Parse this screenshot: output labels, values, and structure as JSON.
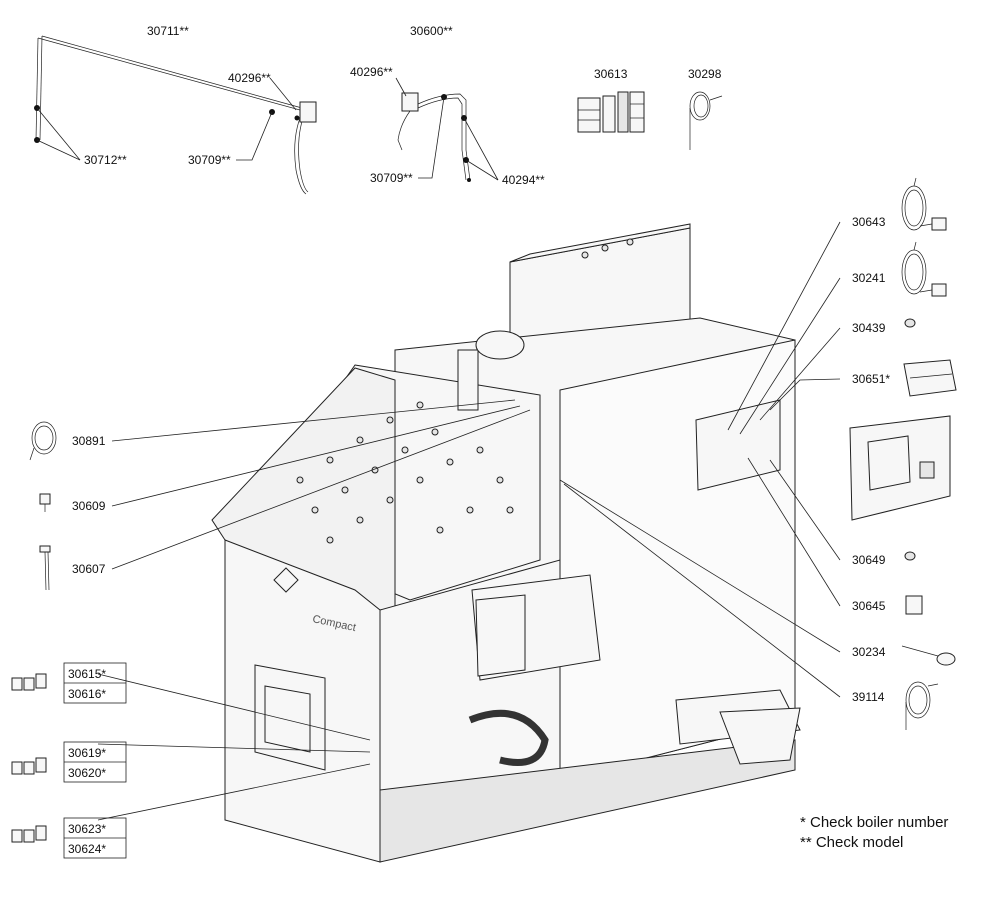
{
  "callouts": {
    "c30711": "30711**",
    "c30600": "30600**",
    "c40296a": "40296**",
    "c40296b": "40296**",
    "c30613": "30613",
    "c30298": "30298",
    "c30712": "30712**",
    "c30709a": "30709**",
    "c30709b": "30709**",
    "c40294": "40294**",
    "c30643": "30643",
    "c30241": "30241",
    "c30439": "30439",
    "c30651": "30651*",
    "c30891": "30891",
    "c30609": "30609",
    "c30607": "30607",
    "c30649": "30649",
    "c30645": "30645",
    "c30234": "30234",
    "c39114": "39114",
    "c30615": "30615*",
    "c30616": "30616*",
    "c30619": "30619*",
    "c30620": "30620*",
    "c30623": "30623*",
    "c30624": "30624*"
  },
  "boiler": {
    "brand_text": "Compact"
  },
  "legend": {
    "single_star": "*  Check boiler number",
    "double_star": "** Check model"
  }
}
